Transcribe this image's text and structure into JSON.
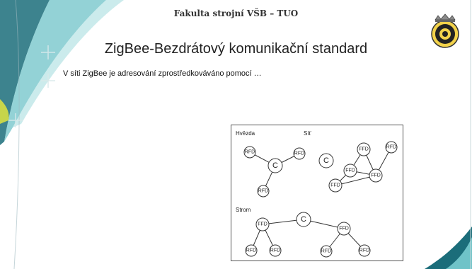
{
  "slide": {
    "header": "Fakulta strojní VŠB – TUO",
    "title": "ZigBee-Bezdrátový komunikační standard",
    "subtitle": "V síti ZigBee je adresování zprostředkováváno pomocí …",
    "colors": {
      "accent_dark": "#1b6d7a",
      "accent_light": "#6fc3c8",
      "accent_lime": "#c7d54a"
    }
  },
  "diagram": {
    "sections": {
      "star": "Hvězda",
      "mesh": "Síť",
      "tree": "Strom"
    },
    "labels": {
      "coordinator": "C",
      "ffd": "FFD",
      "rfd": "RFD"
    }
  }
}
